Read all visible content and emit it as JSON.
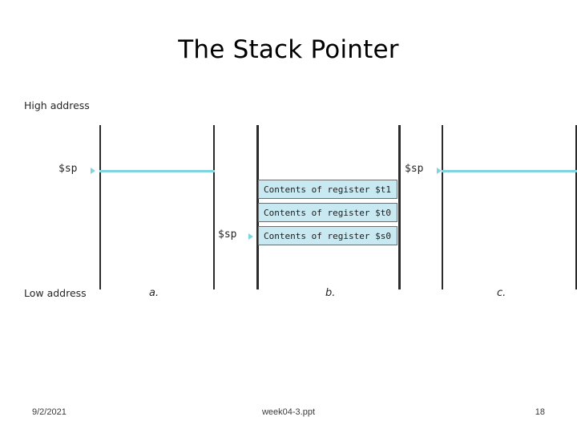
{
  "slide": {
    "title": "The Stack Pointer",
    "figure": {
      "high_address_label": "High address",
      "low_address_label": "Low address",
      "sp_label_a": "$sp",
      "sp_label_b": "$sp",
      "sp_label_c": "$sp",
      "cells": [
        "Contents of register $t1",
        "Contents of register $t0",
        "Contents of register $s0"
      ],
      "sublabels": [
        "a.",
        "b.",
        "c."
      ],
      "colors": {
        "cell_fill": "#c9e9f2",
        "pointer_rule": "#7fd4e0",
        "line": "#2b2b2b"
      }
    }
  },
  "footer": {
    "date": "9/2/2021",
    "filename": "week04-3.ppt",
    "page_number": "18"
  }
}
